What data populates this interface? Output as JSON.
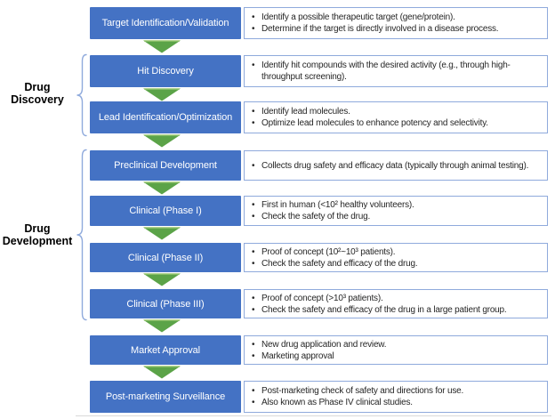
{
  "diagram": {
    "groups": [
      {
        "label": "Drug Discovery"
      },
      {
        "label": "Drug Development"
      }
    ],
    "steps": [
      {
        "name": "Target Identification/Validation",
        "bullets": [
          "Identify a possible therapeutic target (gene/protein).",
          "Determine if the target is directly involved in a disease process."
        ]
      },
      {
        "name": "Hit Discovery",
        "bullets": [
          "Identify hit compounds with the desired activity (e.g., through high-throughput screening)."
        ]
      },
      {
        "name": "Lead Identification/Optimization",
        "bullets": [
          "Identify lead molecules.",
          "Optimize lead molecules to enhance potency and selectivity."
        ]
      },
      {
        "name": "Preclinical Development",
        "bullets": [
          "Collects drug safety and efficacy data (typically through animal testing)."
        ]
      },
      {
        "name": "Clinical (Phase I)",
        "bullets": [
          "First in human (<10² healthy volunteers).",
          "Check the safety of the drug."
        ]
      },
      {
        "name": "Clinical (Phase II)",
        "bullets": [
          "Proof of concept (10²~10³ patients).",
          "Check the safety and efficacy of the drug."
        ]
      },
      {
        "name": "Clinical (Phase III)",
        "bullets": [
          "Proof of concept (>10³ patients).",
          "Check the safety and efficacy of the drug in a large patient group."
        ]
      },
      {
        "name": "Market Approval",
        "bullets": [
          "New drug application and review.",
          "Marketing approval"
        ]
      },
      {
        "name": "Post-marketing Surveillance",
        "bullets": [
          "Post-marketing check of safety and directions for use.",
          "Also known as Phase IV clinical studies."
        ]
      }
    ]
  },
  "colors": {
    "stage_fill": "#4472C4",
    "stage_text": "#FFFFFF",
    "desc_border": "#8FAADC",
    "arrow_fill": "#5BA348",
    "arrow_highlight": "#94C46F",
    "brace": "#8FAADC",
    "text": "#262626",
    "label": "#000000",
    "divider": "#D9D9D9"
  }
}
